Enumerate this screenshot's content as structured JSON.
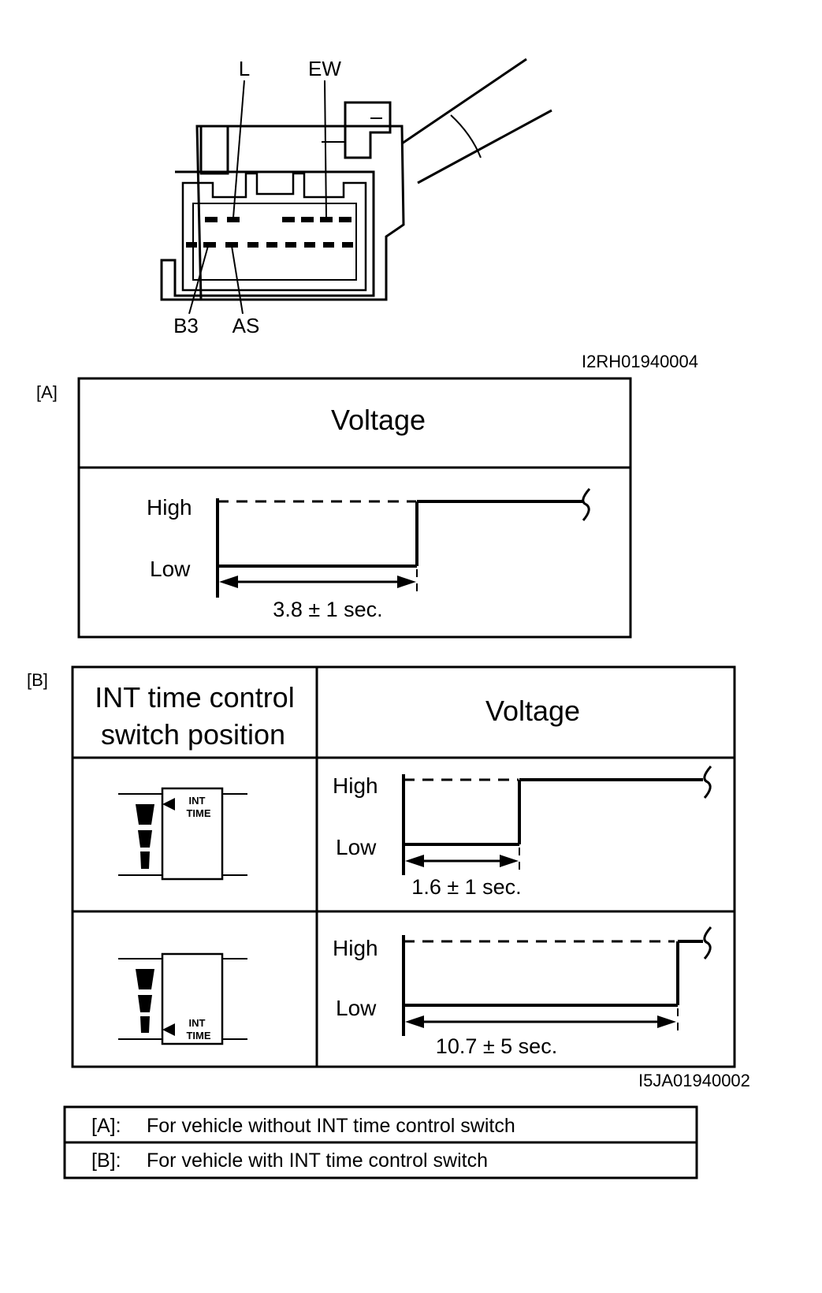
{
  "connector": {
    "labels": {
      "l": "L",
      "ew": "EW",
      "b3": "B3",
      "as": "AS"
    },
    "figure_id": "I2RH01940004"
  },
  "table_a": {
    "tag": "[A]",
    "header": "Voltage",
    "high_label": "High",
    "low_label": "Low",
    "duration_label": "3.8 ± 1 sec."
  },
  "table_b": {
    "tag": "[B]",
    "header_left_line1": "INT time control",
    "header_left_line2": "switch position",
    "header_right": "Voltage",
    "rows": [
      {
        "int_line1": "INT",
        "int_line2": "TIME",
        "high_label": "High",
        "low_label": "Low",
        "duration_label": "1.6 ± 1 sec."
      },
      {
        "int_line1": "INT",
        "int_line2": "TIME",
        "high_label": "High",
        "low_label": "Low",
        "duration_label": "10.7 ± 5 sec."
      }
    ],
    "figure_id": "I5JA01940002"
  },
  "legend": [
    {
      "key": "[A]:",
      "text": "For vehicle without INT time control switch"
    },
    {
      "key": "[B]:",
      "text": "For vehicle with INT time control switch"
    }
  ]
}
